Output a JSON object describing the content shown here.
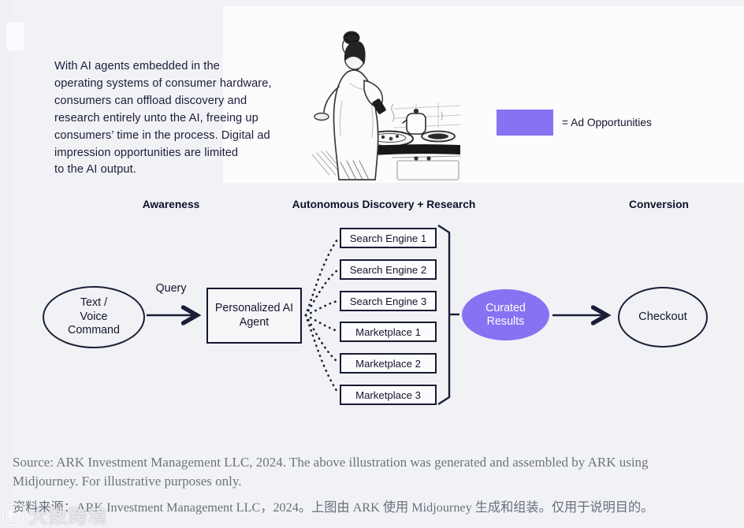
{
  "page": {
    "background": "#f1f2f5",
    "ink_color": "#15152e",
    "accent_purple": "#8673f2",
    "muted_serif_color": "#6f7280"
  },
  "intro": {
    "text": "With AI agents embedded in the\noperating systems of consumer hardware,\nconsumers can offload discovery and\nresearch entirely unto the AI, freeing up\nconsumers’ time in the process. Digital ad\nimpression opportunities are limited\nto the AI output."
  },
  "illustration": {
    "description": "pencil sketch of a woman seen from behind, hair in a bun, checking her phone while cooking at a stove"
  },
  "legend": {
    "swatch_color": "#8673f2",
    "label": "= Ad Opportunities"
  },
  "stages": [
    {
      "label": "Awareness"
    },
    {
      "label": "Autonomous Discovery + Research"
    },
    {
      "label": "Conversion"
    }
  ],
  "flow": {
    "input_node": "Text /\nVoice\nCommand",
    "query_label": "Query",
    "agent_node": "Personalized AI\nAgent",
    "sources": [
      "Search Engine 1",
      "Search Engine 2",
      "Search Engine 3",
      "Marketplace 1",
      "Marketplace 2",
      "Marketplace 3"
    ],
    "curated_node": "Curated\nResults",
    "checkout_node": "Checkout"
  },
  "footer": {
    "source_en": "Source: ARK Investment Management LLC, 2024. The above illustration was generated and assembled by ARK using\nMidjourney. For illustrative purposes only.",
    "source_zh": "资料来源：ARK Investment Management LLC，2024。上图由 ARK 使用 Midjourney 生成和组装。仅用于说明目的。",
    "watermark": "大数跨境"
  }
}
